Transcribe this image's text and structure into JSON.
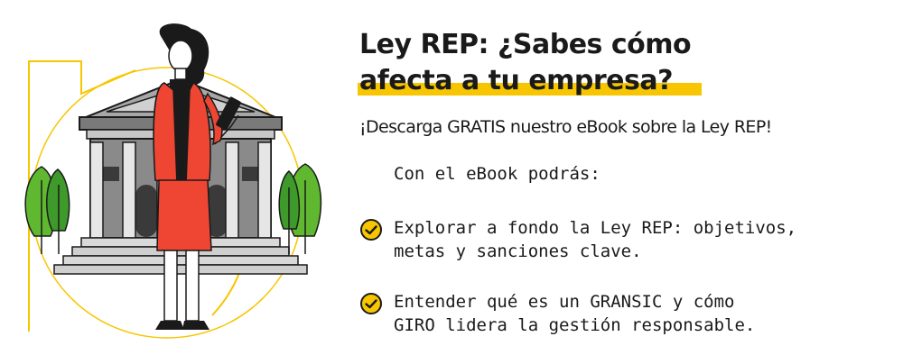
{
  "headline": {
    "line1": "Ley REP: ¿Sabes cómo",
    "line2": "afecta a tu empresa?"
  },
  "subtitle": "¡Descarga GRATIS nuestro eBook sobre la Ley REP!",
  "lead": "Con el eBook podrás:",
  "benefits": [
    {
      "line1": "Explorar a fondo la Ley REP: objetivos,",
      "line2": "metas y sanciones clave.",
      "icon": "check-circle-icon"
    },
    {
      "line1": "Entender qué es un GRANSIC y cómo",
      "line2": "GIRO lidera la gestión responsable.",
      "icon": "check-circle-icon"
    }
  ],
  "colors": {
    "accent": "#f7c600",
    "suit": "#ef4633",
    "building": "#9a9a9a",
    "tree": "#5fb82f",
    "text": "#1a1a1a"
  }
}
